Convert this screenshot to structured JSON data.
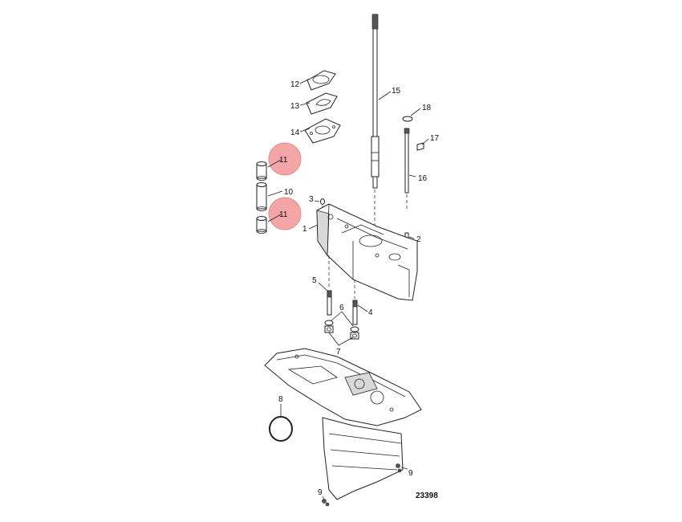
{
  "diagram": {
    "reference_number": "23398",
    "highlight_color": "#f4a6a6",
    "callouts": [
      {
        "id": "c1",
        "label": "1"
      },
      {
        "id": "c2",
        "label": "2"
      },
      {
        "id": "c3",
        "label": "3"
      },
      {
        "id": "c4",
        "label": "4"
      },
      {
        "id": "c5",
        "label": "5"
      },
      {
        "id": "c6",
        "label": "6"
      },
      {
        "id": "c7",
        "label": "7"
      },
      {
        "id": "c8",
        "label": "8"
      },
      {
        "id": "c9a",
        "label": "9"
      },
      {
        "id": "c9b",
        "label": "9"
      },
      {
        "id": "c10",
        "label": "10"
      },
      {
        "id": "c11a",
        "label": "11",
        "highlighted": true
      },
      {
        "id": "c11b",
        "label": "11",
        "highlighted": true
      },
      {
        "id": "c12",
        "label": "12"
      },
      {
        "id": "c13",
        "label": "13"
      },
      {
        "id": "c14",
        "label": "14"
      },
      {
        "id": "c15",
        "label": "15"
      },
      {
        "id": "c16",
        "label": "16"
      },
      {
        "id": "c17",
        "label": "17"
      },
      {
        "id": "c18",
        "label": "18"
      }
    ]
  }
}
